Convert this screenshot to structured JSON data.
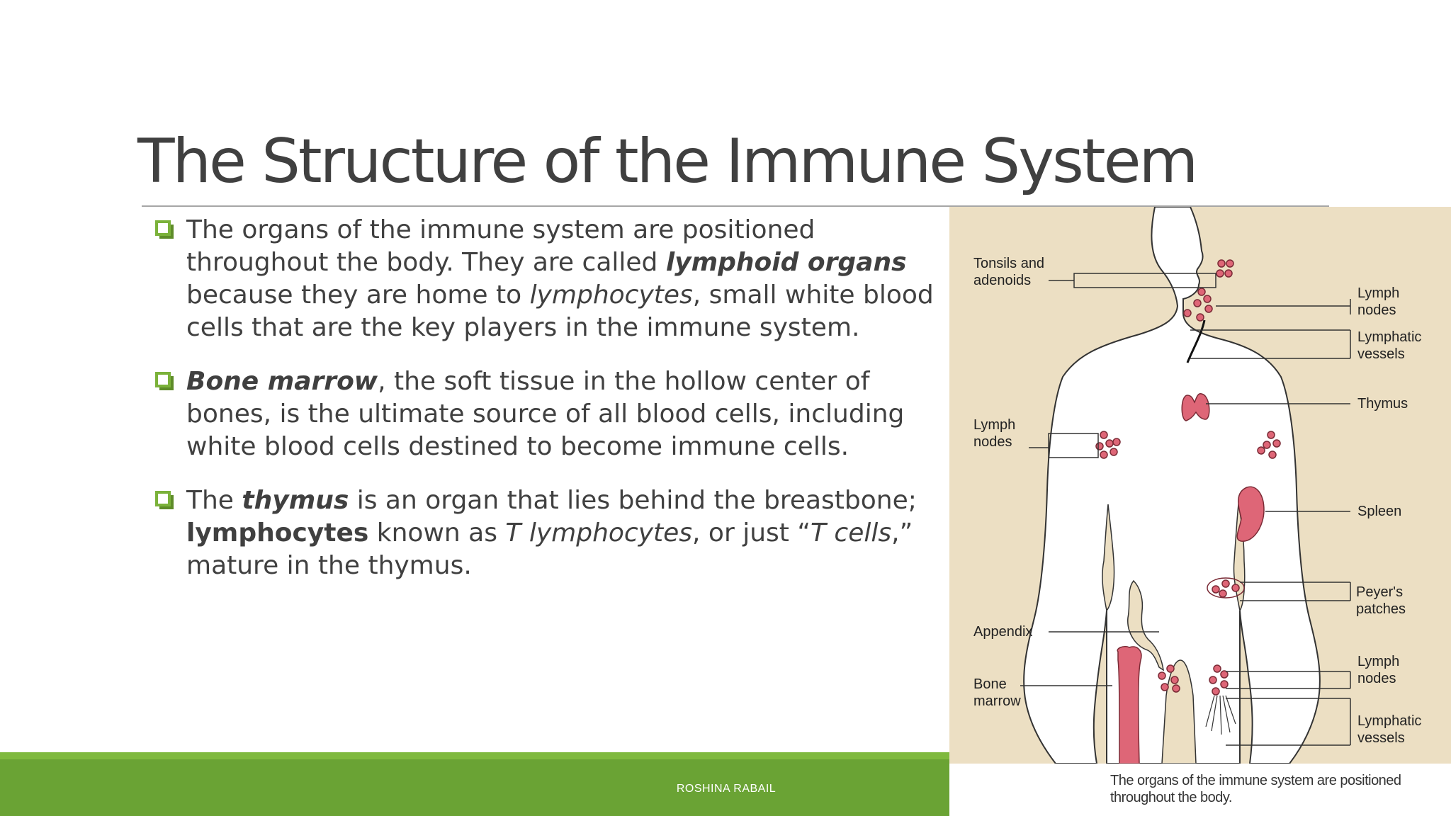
{
  "slide": {
    "title": "The Structure of the Immune System",
    "footer": "ROSHINA RABAIL"
  },
  "bullets": [
    {
      "segments": [
        {
          "text": "The organs of the immune system are positioned throughout the body. They are called ",
          "style": "normal"
        },
        {
          "text": "lymphoid organs",
          "style": "bold-italic"
        },
        {
          "text": " because they are home to ",
          "style": "normal"
        },
        {
          "text": "lymphocytes",
          "style": "italic"
        },
        {
          "text": ", small white blood cells that are the key players in the immune system.",
          "style": "normal"
        }
      ]
    },
    {
      "segments": [
        {
          "text": "Bone marrow",
          "style": "bold-italic"
        },
        {
          "text": ", the soft tissue in the hollow center of bones, is the ultimate source of all blood cells, including white blood cells destined to become immune cells.",
          "style": "normal"
        }
      ]
    },
    {
      "segments": [
        {
          "text": "The ",
          "style": "normal"
        },
        {
          "text": "thymus",
          "style": "bold-italic"
        },
        {
          "text": " is an organ that lies behind the breastbone; ",
          "style": "normal"
        },
        {
          "text": "lymphocytes",
          "style": "bold"
        },
        {
          "text": " known as ",
          "style": "normal"
        },
        {
          "text": "T lymphocytes",
          "style": "italic"
        },
        {
          "text": ", or just “",
          "style": "normal"
        },
        {
          "text": "T cells",
          "style": "italic"
        },
        {
          "text": ",” mature in the thymus.",
          "style": "normal"
        }
      ]
    }
  ],
  "figure": {
    "labels": {
      "tonsils": "Tonsils and\nadenoids",
      "lymph_nodes_neck": "Lymph\nnodes",
      "lymphatic_vessels_neck": "Lymphatic\nvessels",
      "thymus": "Thymus",
      "lymph_nodes_arm": "Lymph\nnodes",
      "spleen": "Spleen",
      "peyers": "Peyer's\npatches",
      "appendix": "Appendix",
      "lymph_nodes_groin": "Lymph\nnodes",
      "bone_marrow": "Bone\nmarrow",
      "lymphatic_vessels_leg": "Lymphatic\nvessels"
    },
    "caption": "The organs of the immune system are positioned throughout the body.",
    "colors": {
      "background": "#ecdfc3",
      "organ": "#de6677",
      "outline": "#333333"
    }
  },
  "theme": {
    "accent": "#6aa334",
    "title_color": "#404040"
  }
}
